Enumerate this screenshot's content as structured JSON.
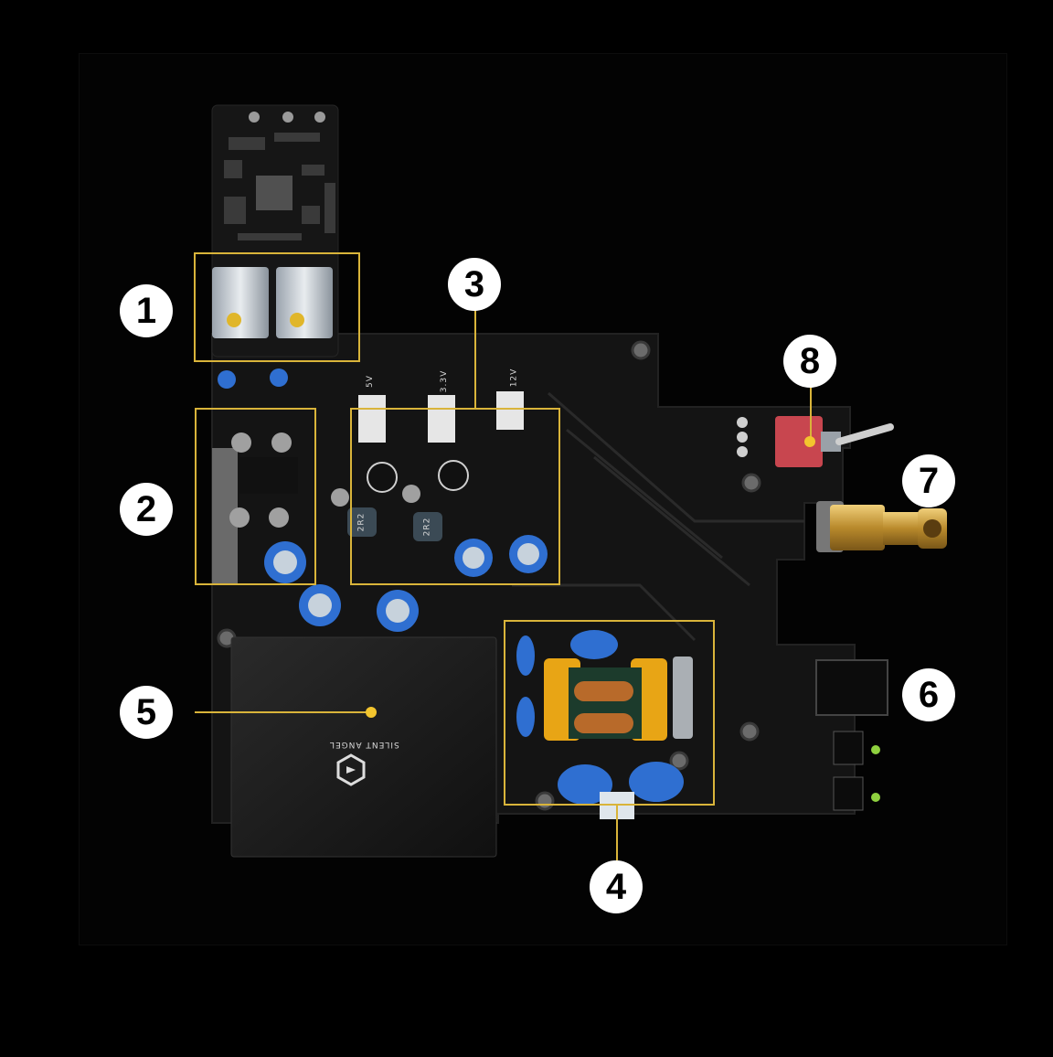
{
  "callouts": [
    "1",
    "2",
    "3",
    "4",
    "5",
    "6",
    "7",
    "8"
  ],
  "board_text": {
    "brand": "SILENT ANGEL",
    "rail_labels": [
      "5V",
      "3.3V",
      "12V"
    ],
    "inductor_labels": [
      "2R2",
      "2R2"
    ]
  },
  "colors": {
    "background": "#000000",
    "pcb": "#141414",
    "highlight": "#d9b43a",
    "capacitor_blue": "#2f6fd1",
    "rca_gold": "#c99a3a",
    "switch_red": "#c8464f"
  },
  "icons": [
    "silent-angel-logo-icon"
  ]
}
